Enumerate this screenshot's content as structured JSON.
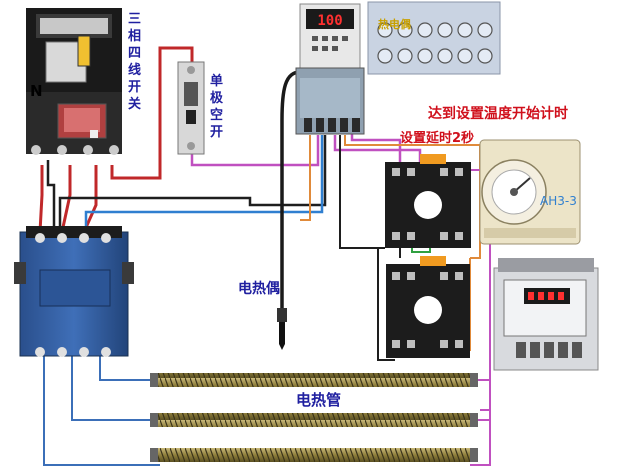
{
  "labels": {
    "breaker_4pole": [
      "三",
      "相",
      "四",
      "线",
      "开",
      "关"
    ],
    "n_terminal": "N",
    "breaker_1pole": [
      "单",
      "极",
      "空",
      "开"
    ],
    "display_value": "100",
    "thermocouple_panel": "热电偶",
    "timing_note": "达到设置温度开始计时",
    "delay_note": "设置延时2秒",
    "relay_model": "AH3-3",
    "thermocouple": "电热偶",
    "heater_tube": "电热管"
  },
  "colors": {
    "red_wire": "#c0282a",
    "purple_wire": "#c050c0",
    "blue_wire": "#2f7fd0",
    "black_wire": "#1e1e1e",
    "orange_wire": "#e08a3a",
    "label_red": "#d0101c",
    "label_blue": "#2020a0"
  },
  "icons": [
    "breaker-icon",
    "contactor-icon",
    "temperature-controller-icon",
    "relay-socket-icon",
    "time-relay-icon",
    "heater-tube-icon",
    "thermocouple-probe-icon"
  ]
}
